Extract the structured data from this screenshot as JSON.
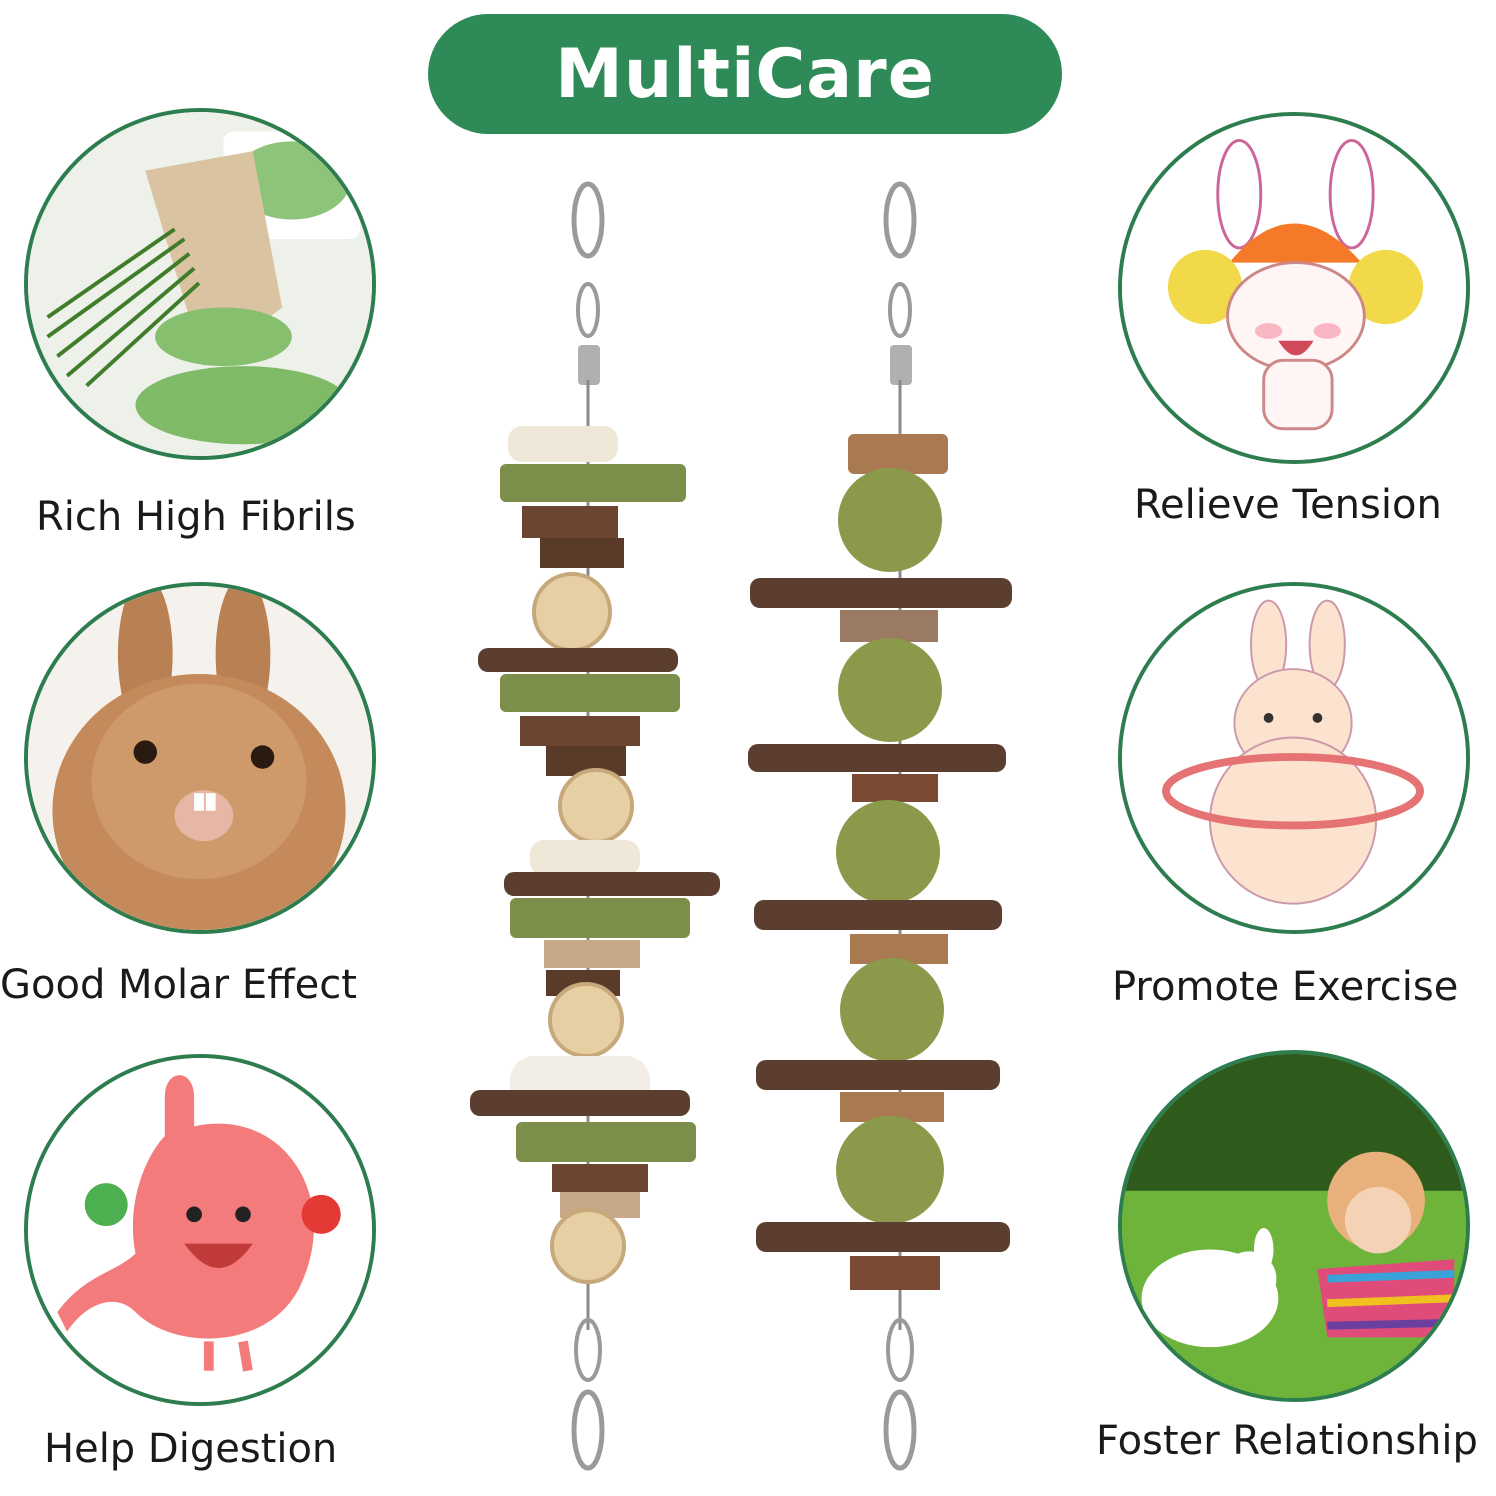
{
  "title": "MultiCare",
  "colors": {
    "title_bg": "#2e8b57",
    "circle_border": "#2e7d4f",
    "caption_text": "#1a1a1a"
  },
  "features_left": [
    {
      "label": "Rich High Fibrils",
      "icon": "grass-powder-icon"
    },
    {
      "label": "Good Molar Effect",
      "icon": "rabbit-teeth-icon"
    },
    {
      "label": "Help Digestion",
      "icon": "happy-stomach-icon"
    }
  ],
  "features_right": [
    {
      "label": "Relieve Tension",
      "icon": "cheering-bunny-icon"
    },
    {
      "label": "Promote Exercise",
      "icon": "hula-hoop-bunny-icon"
    },
    {
      "label": "Foster Relationship",
      "icon": "child-with-rabbit-icon"
    }
  ]
}
